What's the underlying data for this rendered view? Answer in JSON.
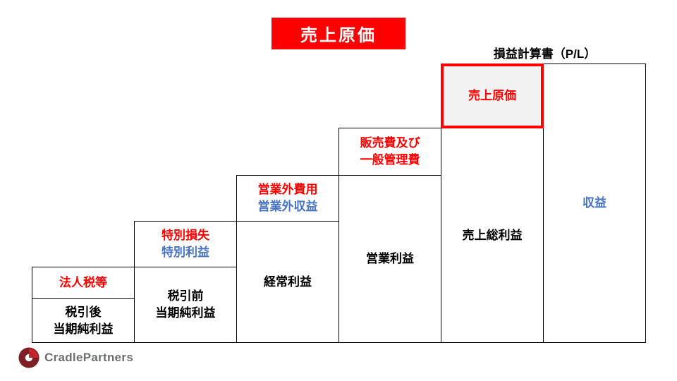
{
  "banner": {
    "label": "売上原価"
  },
  "pl_label": "損益計算書（P/L）",
  "colors": {
    "accent_red": "#ff0000",
    "accent_blue": "#4472c4",
    "highlight_fill": "#f2f2f2",
    "logo_text_gray": "#6d6e71"
  },
  "boxes": {
    "corporate_tax": {
      "line1": "法人税等"
    },
    "net_income_after": {
      "line1": "税引後",
      "line2": "当期純利益"
    },
    "extraordinary": {
      "line1": "特別損失",
      "line2": "特別利益"
    },
    "net_income_before": {
      "line1": "税引前",
      "line2": "当期純利益"
    },
    "non_operating": {
      "line1": "営業外費用",
      "line2": "営業外収益"
    },
    "ordinary_income": {
      "line1": "経常利益"
    },
    "sga": {
      "line1": "販売費及び",
      "line2": "一般管理費"
    },
    "operating_income": {
      "line1": "営業利益"
    },
    "cost_of_sales": {
      "line1": "売上原価"
    },
    "gross_profit": {
      "line1": "売上総利益"
    },
    "revenue": {
      "line1": "収益"
    }
  },
  "logo": {
    "text": "CradlePartners"
  }
}
